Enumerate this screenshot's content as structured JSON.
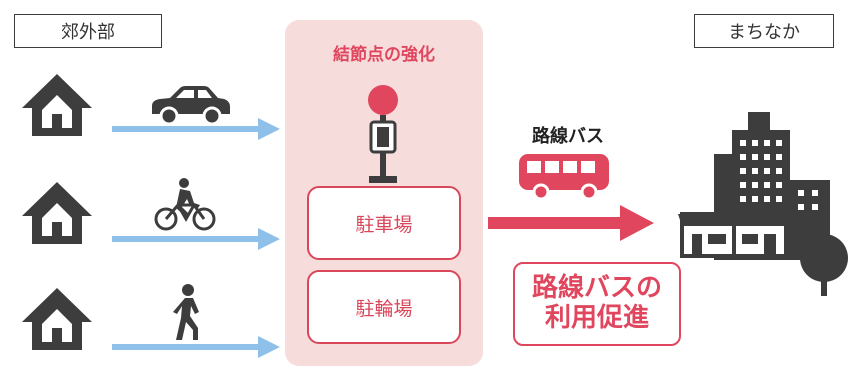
{
  "suburb_label": "郊外部",
  "town_label": "まちなか",
  "hub": {
    "title": "結節点の強化",
    "parking": "駐車場",
    "bicycle_parking": "駐輪場"
  },
  "route_bus_label": "路線バス",
  "promotion": {
    "line1": "路線バスの",
    "line2": "利用促進"
  },
  "icons": [
    "house-icon",
    "car-icon",
    "bicycle-icon",
    "walking-person-icon",
    "bus-stop-icon",
    "bus-icon",
    "building-icon",
    "shop-icon",
    "tree-icon"
  ],
  "colors": {
    "arrow_blue": "#8fc0ea",
    "accent_red": "#e0475e",
    "panel_pink": "#f7dcdc",
    "icon_gray": "#3d3d3d"
  }
}
